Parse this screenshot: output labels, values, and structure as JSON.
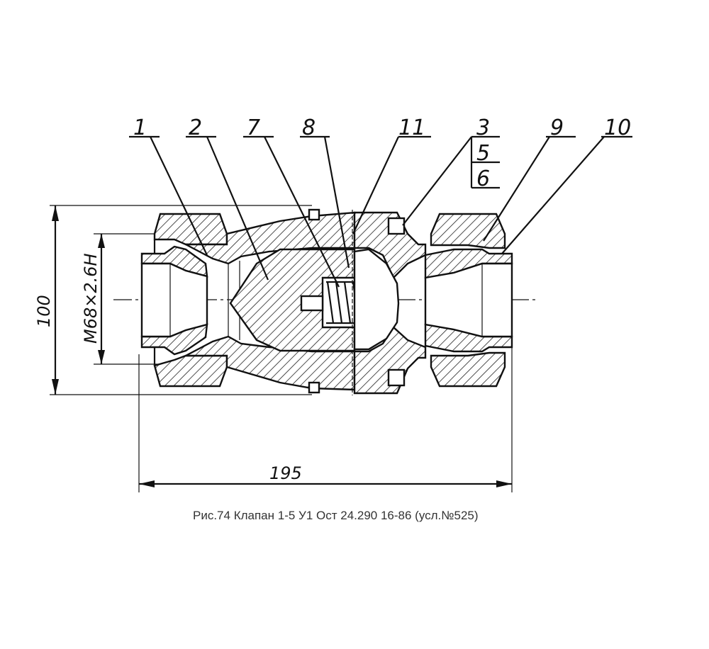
{
  "labels": {
    "l1": "1",
    "l2": "2",
    "l7": "7",
    "l8": "8",
    "l11": "11",
    "l3": "3",
    "l5": "5",
    "l6": "6",
    "l9": "9",
    "l10": "10"
  },
  "dimensions": {
    "height": "100",
    "thread": "M68×2.6H",
    "width": "195"
  },
  "caption": "Рис.74 Клапан 1-5 У1 Ост 24.290 16-86 (усл.№525)"
}
